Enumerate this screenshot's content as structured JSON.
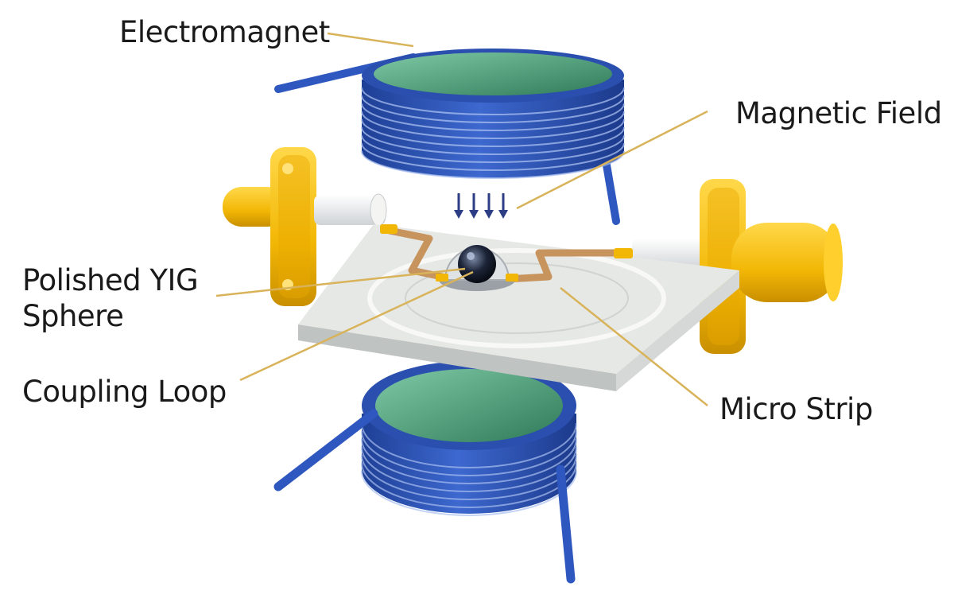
{
  "labels": {
    "electromagnet": "Electromagnet",
    "magnetic_field": "Magnetic Field",
    "polished_yig_line1": "Polished YIG",
    "polished_yig_line2": "Sphere",
    "coupling_loop": "Coupling Loop",
    "micro_strip": "Micro Strip"
  },
  "colors": {
    "coil_blue": "#2f56b8",
    "pole_green": "#3f8f6a",
    "connector_gold": "#f2b705",
    "substrate": "#e4e6e2",
    "microstrip_copper": "#c8945e",
    "leader_line": "#d8b35a",
    "field_arrow": "#2c3d86"
  }
}
